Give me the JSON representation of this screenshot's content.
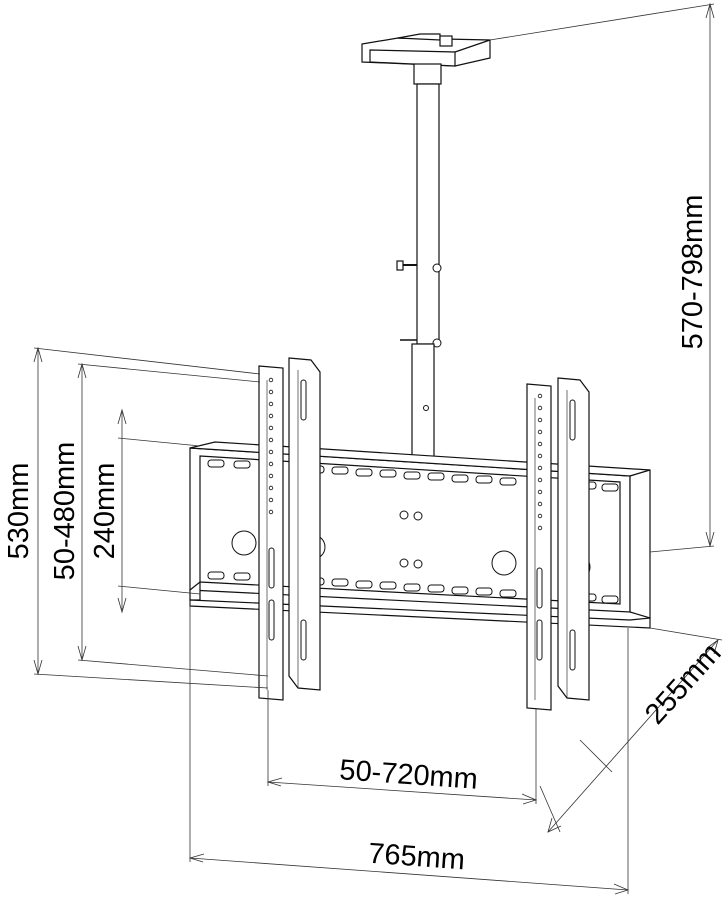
{
  "dimensions": {
    "height_total": "530mm",
    "vesa_vertical": "50-480mm",
    "inner_height": "240mm",
    "drop_range": "570-798mm",
    "depth": "255mm",
    "vesa_horizontal": "50-720mm",
    "width_total": "765mm"
  },
  "colors": {
    "line": "#111111",
    "background": "#ffffff"
  }
}
